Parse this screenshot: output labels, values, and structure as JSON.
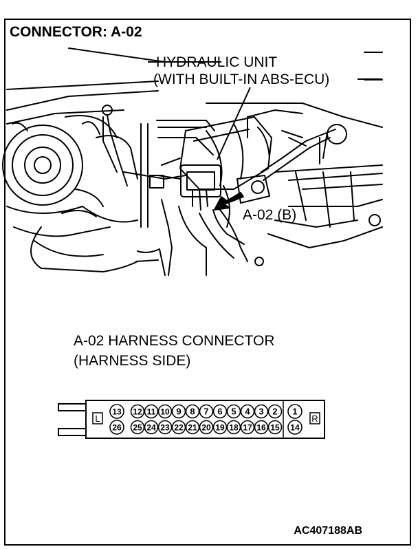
{
  "title": "CONNECTOR: A-02",
  "callouts": {
    "unit_line1": "HYDRAULIC UNIT",
    "unit_line2": "(WITH BUILT-IN ABS-ECU)",
    "connector_ref": "A-02 (B)"
  },
  "harness": {
    "title_line1": "A-02 HARNESS CONNECTOR",
    "title_line2": "(HARNESS SIDE)",
    "left_marker": "L",
    "right_marker": "R",
    "top_row": [
      "13",
      "12",
      "11",
      "10",
      "9",
      "8",
      "7",
      "6",
      "5",
      "4",
      "3",
      "2",
      "1"
    ],
    "bottom_row": [
      "26",
      "25",
      "24",
      "23",
      "22",
      "21",
      "20",
      "19",
      "18",
      "17",
      "16",
      "15",
      "14"
    ]
  },
  "figure_code": "AC407188AB",
  "colors": {
    "ink": "#000000",
    "paper": "#ffffff"
  }
}
